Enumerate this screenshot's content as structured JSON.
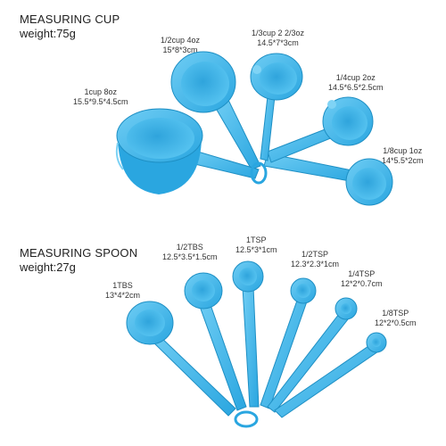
{
  "cups_section": {
    "title": "MEASURING CUP",
    "weight": "weight:75g",
    "items": [
      {
        "name": "1cup 8oz",
        "dims": "15.5*9.5*4.5cm"
      },
      {
        "name": "1/2cup 4oz",
        "dims": "15*8*3cm"
      },
      {
        "name": "1/3cup 2 2/3oz",
        "dims": "14.5*7*3cm"
      },
      {
        "name": "1/4cup 2oz",
        "dims": "14.5*6.5*2.5cm"
      },
      {
        "name": "1/8cup 1oz",
        "dims": "14*5.5*2cm"
      }
    ]
  },
  "spoons_section": {
    "title": "MEASURING SPOON",
    "weight": "weight:27g",
    "items": [
      {
        "name": "1TBS",
        "dims": "13*4*2cm"
      },
      {
        "name": "1/2TBS",
        "dims": "12.5*3.5*1.5cm"
      },
      {
        "name": "1TSP",
        "dims": "12.5*3*1cm"
      },
      {
        "name": "1/2TSP",
        "dims": "12.3*2.3*1cm"
      },
      {
        "name": "1/4TSP",
        "dims": "12*2*0.7cm"
      },
      {
        "name": "1/8TSP",
        "dims": "12*2*0.5cm"
      }
    ]
  },
  "colors": {
    "plastic": "#3bb5ea",
    "plastic_dark": "#1e8fc4",
    "plastic_light": "#7fd3f5"
  }
}
